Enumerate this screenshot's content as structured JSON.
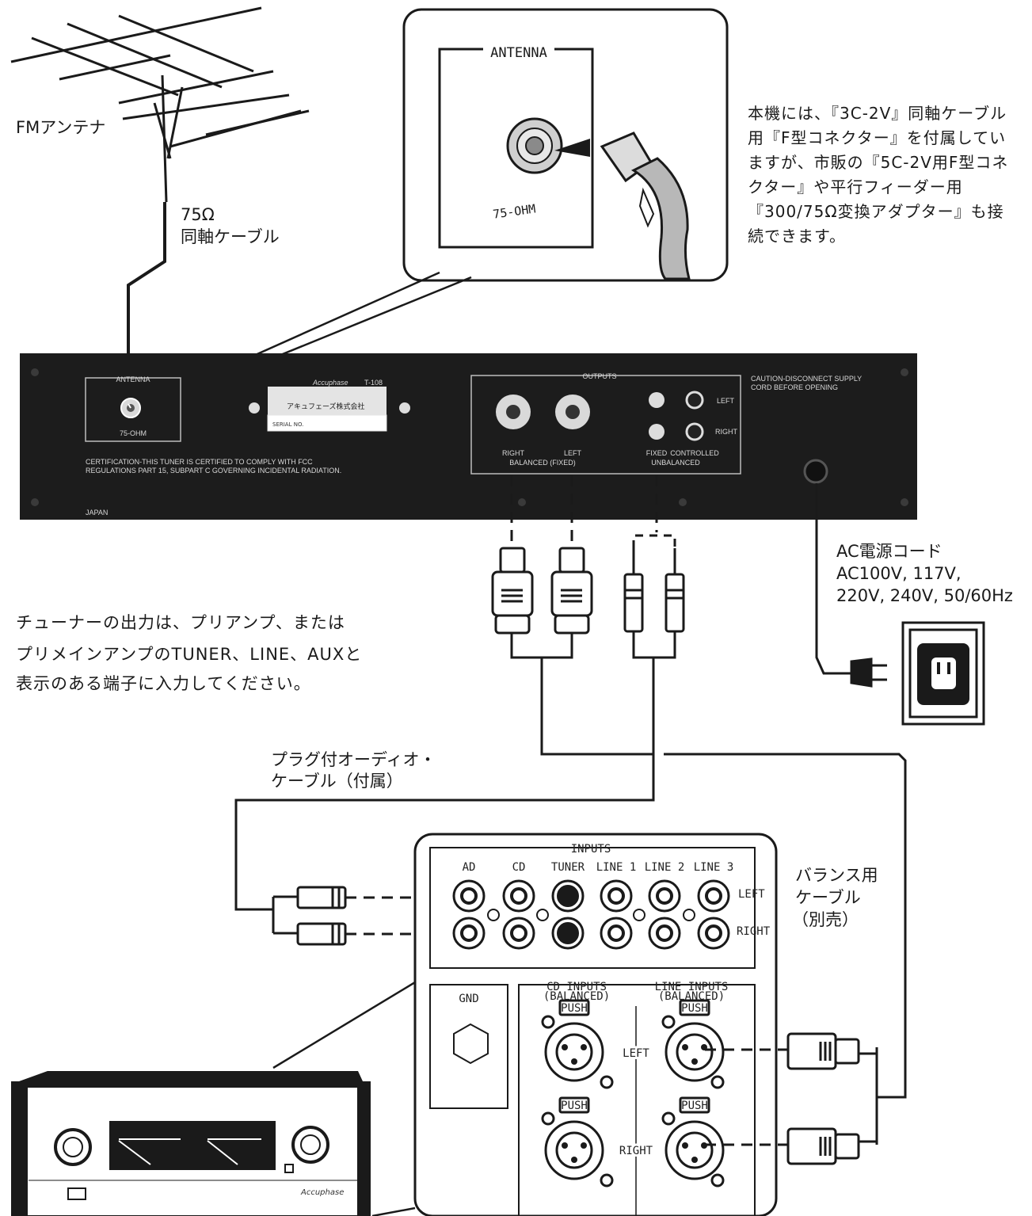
{
  "labels": {
    "fm_antenna": "FMアンテナ",
    "cable_75_line1": "75Ω",
    "cable_75_line2": "同軸ケーブル",
    "antenna_note": "本機には、『3C-2V』同軸ケーブル用『F型コネクター』を付属していますが、市販の『5C-2V用F型コネクター』や平行フィーダー用『300/75Ω変換アダプター』も接続できます。",
    "ac_cord_line1": "AC電源コード",
    "ac_cord_line2": "AC100V, 117V,",
    "ac_cord_line3": "220V, 240V, 50/60Hz",
    "output_note_line1": "チューナーの出力は、プリアンプ、または",
    "output_note_line2": "プリメインアンプのTUNER、LINE、AUXと",
    "output_note_line3": "表示のある端子に入力してください。",
    "audio_cable_line1": "プラグ付オーディオ・",
    "audio_cable_line2": "ケーブル（付属）",
    "balance_cable_line1": "バランス用",
    "balance_cable_line2": "ケーブル",
    "balance_cable_line3": "（別売）"
  },
  "zoom_antenna": {
    "title": "ANTENNA",
    "impedance": "75-OHM"
  },
  "tuner_panel": {
    "antenna_label": "ANTENNA",
    "antenna_ohm": "75-OHM",
    "brand": "Accuphase",
    "model": "T-108",
    "maker": "アキュフェーズ株式会社",
    "serial": "SERIAL NO.",
    "certification_line1": "CERTIFICATION-THIS TUNER IS CERTIFIED TO COMPLY WITH FCC",
    "certification_line2": "REGULATIONS PART 15, SUBPART C GOVERNING INCIDENTAL RADIATION.",
    "country": "JAPAN",
    "outputs": "OUTPUTS",
    "right": "RIGHT",
    "left": "LEFT",
    "balanced_fixed": "BALANCED (FIXED)",
    "fixed": "FIXED",
    "controlled": "CONTROLLED",
    "unbalanced": "UNBALANCED",
    "caution_line1": "CAUTION-DISCONNECT SUPPLY",
    "caution_line2": "CORD BEFORE OPENING"
  },
  "amp_panel": {
    "inputs": "INPUTS",
    "input_names": [
      "AD",
      "CD",
      "TUNER",
      "LINE 1",
      "LINE 2",
      "LINE 3"
    ],
    "left": "LEFT",
    "right": "RIGHT",
    "gnd": "GND",
    "cd_inputs": "CD INPUTS",
    "line_inputs": "LINE INPUTS",
    "balanced": "(BALANCED)",
    "push": "PUSH",
    "xlr_left": "LEFT",
    "xlr_right": "RIGHT"
  },
  "amplifier": {
    "brand": "Accuphase"
  },
  "colors": {
    "panel": "#1c1c1c",
    "line": "#1a1a1a",
    "background": "#ffffff"
  }
}
